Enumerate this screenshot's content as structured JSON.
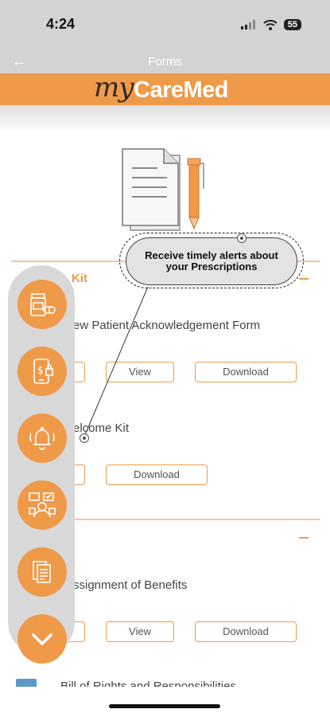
{
  "status": {
    "time": "4:24",
    "battery": "55"
  },
  "nav": {
    "title": "Forms"
  },
  "brand": {
    "prefix": "my",
    "name": "CareMed"
  },
  "tooltip": {
    "text": "Receive timely alerts about your Prescriptions"
  },
  "sections": {
    "kit": {
      "title_fragment": "Kit"
    }
  },
  "forms": [
    {
      "title": "ew Patient Acknowledgement Form",
      "view_label": "View",
      "download_label": "Download"
    },
    {
      "title": "elcome Kit",
      "download_label": "Download"
    },
    {
      "title": "ssignment of Benefits",
      "view_label": "View",
      "download_label": "Download"
    },
    {
      "title": "Bill of Rights and Responsibilities"
    }
  ],
  "quick_menu": [
    {
      "icon": "medicine-icon"
    },
    {
      "icon": "mobile-payment-icon"
    },
    {
      "icon": "alert-bell-icon"
    },
    {
      "icon": "support-agent-icon"
    },
    {
      "icon": "documents-icon"
    },
    {
      "icon": "chevron-down-icon"
    }
  ],
  "colors": {
    "brand_orange": "#ef9a49",
    "bar_gray": "#d3d3d3"
  }
}
